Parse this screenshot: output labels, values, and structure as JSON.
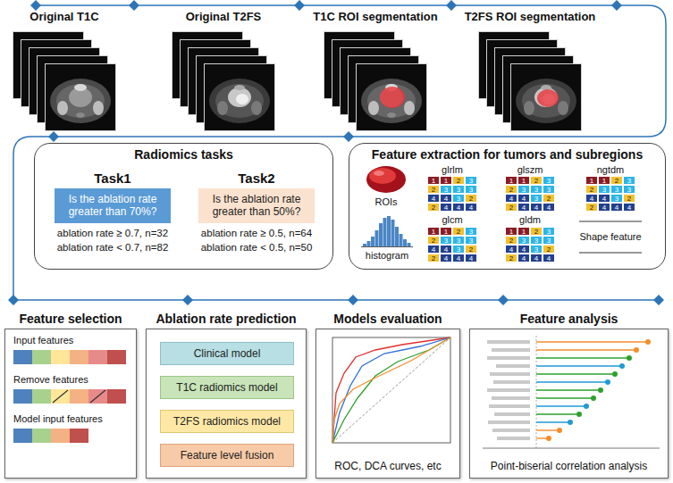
{
  "diagram": {
    "nodes": [
      {
        "text": [
          "Radiomics tasks"
        ]
      },
      {
        "text": [
          "Task1",
          "Is the ablation rate greater than 70%?"
        ],
        "in": 0
      },
      {
        "text": [
          "Task2",
          "Is the ablation rate greater than 50%?"
        ],
        "in": 0
      },
      {
        "text": [
          "Feature extraction for tumors and subregions"
        ]
      },
      {
        "text": [
          "Feature selection"
        ]
      },
      {
        "text": [
          "Ablation rate prediction"
        ]
      },
      {
        "text": [
          "Clinical model"
        ],
        "in": 5
      },
      {
        "text": [
          "T1C radiomics model"
        ],
        "in": 5
      },
      {
        "text": [
          "T2FS radiomics model"
        ],
        "in": 5
      },
      {
        "text": [
          "Feature level fusion"
        ],
        "in": 5
      },
      {
        "text": [
          "Models evaluation",
          "ROC, DCA curves, etc"
        ]
      },
      {
        "text": [
          "Feature analysis",
          "Point-biserial correlation analysis"
        ]
      }
    ],
    "labels": [
      "Original T1C",
      "Original T2FS",
      "T1C ROI segmentation",
      "T2FS ROI segmentation",
      "ablation rate ≥ 0.7, n=32",
      "ablation rate < 0.7, n=82",
      "ablation rate ≥ 0.5, n=64",
      "ablation rate < 0.5, n=50",
      "glrlm",
      "glszm",
      "ngtdm",
      "ROIs",
      "glcm",
      "gldm",
      "Shape feature",
      "histogram",
      "Input features",
      "Remove features",
      "Model input features",
      "1",
      "1",
      "2",
      "3",
      "2",
      "3",
      "3",
      "3",
      "4",
      "4",
      "3",
      "2",
      "2",
      "4",
      "4",
      "4",
      "1",
      "1",
      "2",
      "3",
      "2",
      "3",
      "3",
      "3",
      "4",
      "4",
      "3",
      "2",
      "2",
      "4",
      "4",
      "4",
      "1",
      "1",
      "2",
      "3",
      "2",
      "3",
      "3",
      "3",
      "4",
      "4",
      "3",
      "2",
      "2",
      "4",
      "4",
      "4",
      "1",
      "1",
      "2",
      "3",
      "2",
      "3",
      "3",
      "3",
      "4",
      "4",
      "3",
      "2",
      "2",
      "4",
      "4",
      "4",
      "1",
      "1",
      "2",
      "3",
      "2",
      "3",
      "3",
      "3",
      "4",
      "4",
      "3",
      "2",
      "2",
      "4",
      "4",
      "4"
    ]
  }
}
